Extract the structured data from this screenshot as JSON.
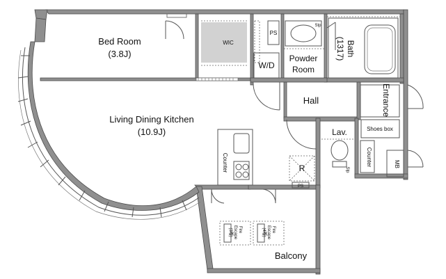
{
  "rooms": {
    "bedroom": {
      "name": "Bed Room",
      "size": "(3.8J)"
    },
    "ldk": {
      "name": "Living Dining Kitchen",
      "size": "(10.9J)"
    },
    "wic": "WIC",
    "ps": "PS",
    "wd": "W/D",
    "powder": {
      "line1": "Powder",
      "line2": "Room"
    },
    "bath": {
      "name": "Bath",
      "size": "(1317)"
    },
    "hall": "Hall",
    "entrance": "Entrance",
    "lav": "Lav.",
    "shoes_box": "Shoes box",
    "counter_kitchen": "Counter",
    "counter_lav": "Counter",
    "mb": "MB",
    "stp_bath": "Stp",
    "stp_lav": "Stp",
    "r": "R",
    "ps_small": "PS",
    "balcony": "Balcony"
  },
  "fire_escapes": [
    {
      "line1": "Fire",
      "line2": "Escape",
      "line3": "(3階)"
    },
    {
      "line1": "Fire",
      "line2": "Escape",
      "line3": "(4階)"
    }
  ]
}
